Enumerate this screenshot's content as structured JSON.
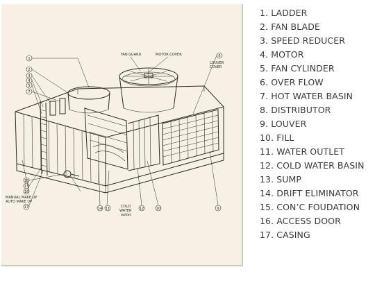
{
  "legend": {
    "items": [
      "1. LADDER",
      "2. FAN BLADE",
      "3. SPEED REDUCER",
      "4. MOTOR",
      "5. FAN CYLINDER",
      "6. OVER FLOW",
      "7. HOT WATER BASIN",
      "8. DISTRIBUTOR",
      "9. LOUVER",
      "10. FILL",
      "11. WATER OUTLET",
      "12. COLD WATER BASIN",
      "13. SUMP",
      "14. DRIFT ELIMINATOR",
      "15. CON’C FOUDATION",
      "16. ACCESS DOOR",
      "17. CASING"
    ]
  },
  "diagram": {
    "labels": {
      "fan_guard": "FAN GUARD",
      "motor_cover": "MOTOR COVER",
      "louver_cover_1": "LOUVER",
      "louver_cover_2": "COVER",
      "make_up_1": "MANUAL MAKE UP",
      "make_up_2": "AUTO MAKE UP",
      "cold_water_1": "COLD",
      "cold_water_2": "WATER",
      "cold_water_3": "outlet"
    },
    "callouts": {
      "top_left": "1",
      "left_a": "2",
      "left_b": "3",
      "left_c": "4",
      "left_d": "5",
      "left_e": "7",
      "right_top": "6",
      "bottom_a": "14",
      "bottom_b": "11",
      "bottom_c": "12",
      "bottom_d": "10",
      "bottom_e": "9",
      "low_left_a": "15",
      "low_left_b": "13",
      "low_left_c": "16",
      "low_left_d": "17"
    }
  }
}
